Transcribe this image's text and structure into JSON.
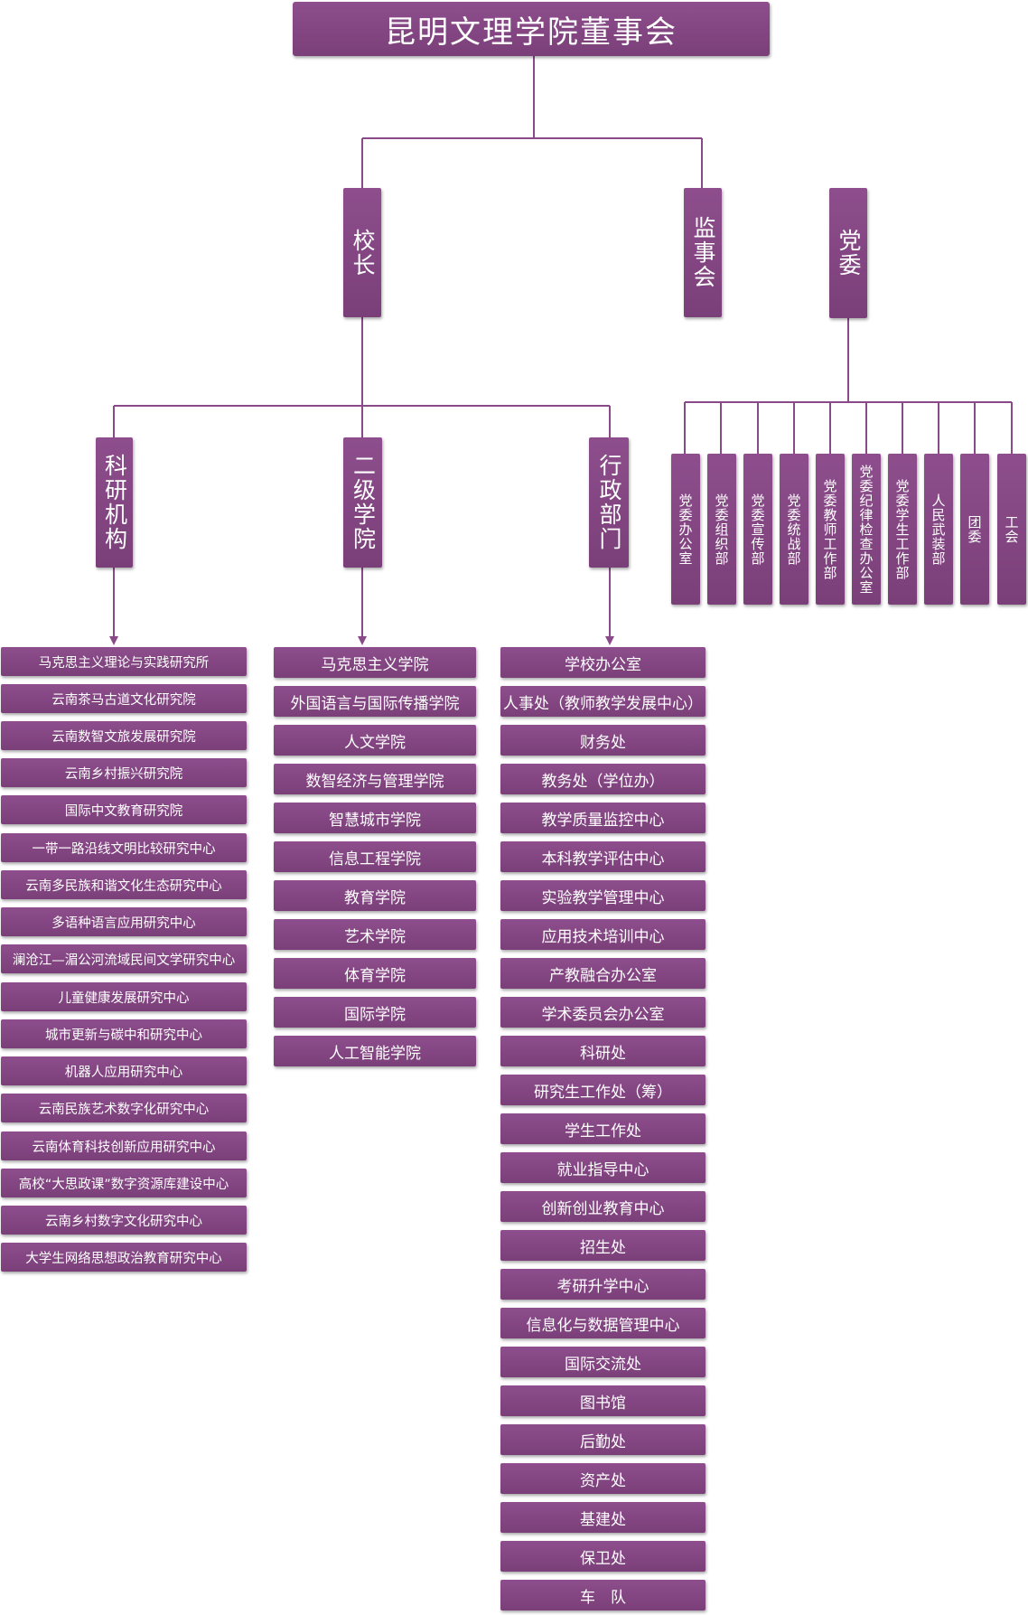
{
  "title": "昆明文理学院董事会",
  "level1": {
    "president": "校长",
    "supervisory_board": "监事会",
    "party_committee": "党委"
  },
  "level2": {
    "research": "科研机构",
    "colleges": "二级学院",
    "admin": "行政部门"
  },
  "party_units": [
    "党委办公室",
    "党委组织部",
    "党委宣传部",
    "党委统战部",
    "党委教师工作部",
    "党委纪律检查办公室",
    "党委学生工作部",
    "人民武装部",
    "团委",
    "工会"
  ],
  "research_institutes": [
    "马克思主义理论与实践研究所",
    "云南茶马古道文化研究院",
    "云南数智文旅发展研究院",
    "云南乡村振兴研究院",
    "国际中文教育研究院",
    "一带一路沿线文明比较研究中心",
    "云南多民族和谐文化生态研究中心",
    "多语种语言应用研究中心",
    "澜沧江—湄公河流域民间文学研究中心",
    "儿童健康发展研究中心",
    "城市更新与碳中和研究中心",
    "机器人应用研究中心",
    "云南民族艺术数字化研究中心",
    "云南体育科技创新应用研究中心",
    "高校“大思政课”数字资源库建设中心",
    "云南乡村数字文化研究中心",
    "大学生网络思想政治教育研究中心"
  ],
  "colleges": [
    "马克思主义学院",
    "外国语言与国际传播学院",
    "人文学院",
    "数智经济与管理学院",
    "智慧城市学院",
    "信息工程学院",
    "教育学院",
    "艺术学院",
    "体育学院",
    "国际学院",
    "人工智能学院"
  ],
  "admin_departments": [
    "学校办公室",
    "人事处（教师教学发展中心）",
    "财务处",
    "教务处（学位办）",
    "教学质量监控中心",
    "本科教学评估中心",
    "实验教学管理中心",
    "应用技术培训中心",
    "产教融合办公室",
    "学术委员会办公室",
    "科研处",
    "研究生工作处（筹）",
    "学生工作处",
    "就业指导中心",
    "创新创业教育中心",
    "招生处",
    "考研升学中心",
    "信息化与数据管理中心",
    "国际交流处",
    "图书馆",
    "后勤处",
    "资产处",
    "基建处",
    "保卫处",
    "车　队"
  ],
  "colors": {
    "box": "#80447f",
    "line": "#8a4a89",
    "text": "#ffffff"
  }
}
